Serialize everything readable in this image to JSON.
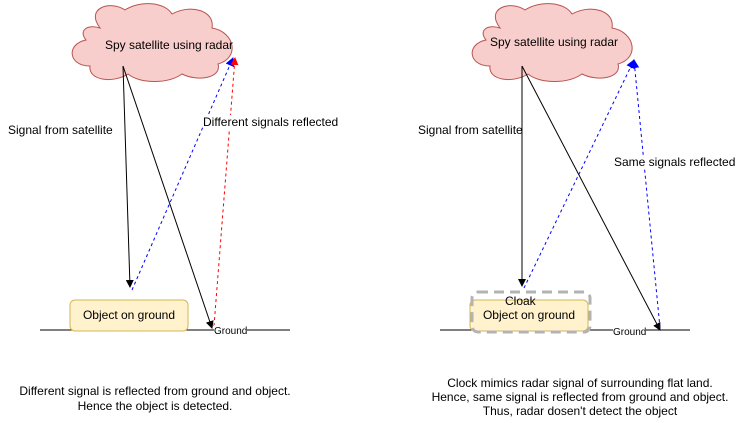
{
  "left": {
    "cloud_label": "Spy satellite using radar",
    "signal_label": "Signal from satellite",
    "reflect_label": "Different signals reflected",
    "object_label": "Object on ground",
    "ground_label": "Ground",
    "caption_line1": "Different signal is reflected from ground and object.",
    "caption_line2": "Hence the object is detected."
  },
  "right": {
    "cloud_label": "Spy satellite using radar",
    "signal_label": "Signal from satellite",
    "reflect_label": "Same signals reflected",
    "cloak_label": "Cloak",
    "object_label": "Object on ground",
    "ground_label": "Ground",
    "caption_line1": "Clock mimics radar signal of surrounding flat land.",
    "caption_line2": "Hence, same signal is reflected from ground and object.",
    "caption_line3": "Thus, radar dosen't detect the object"
  },
  "colors": {
    "cloud_fill": "#f8cecc",
    "cloud_stroke": "#b85450",
    "object_fill": "#fff2cc",
    "object_stroke": "#d6b656",
    "cloak_stroke": "#b3b3b3",
    "signal": "#000000",
    "reflect_blue": "#0000ff",
    "reflect_red": "#ff0000"
  }
}
